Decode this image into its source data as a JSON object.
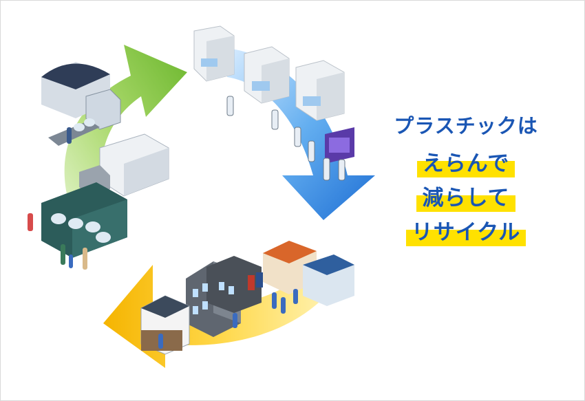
{
  "headline": {
    "line1": "プラスチックは",
    "line2": "えらんで",
    "line3": "減らして",
    "line4": "リサイクル"
  },
  "scenes": {
    "factory": "factory-scene",
    "town": "town-scene",
    "recycling": "recycling-scene"
  },
  "colors": {
    "arrow_blue": "#2f86e0",
    "arrow_yellow": "#ffc20e",
    "arrow_green": "#7cc23c",
    "text_blue": "#1a56b4",
    "highlight_yellow": "#ffe100"
  }
}
